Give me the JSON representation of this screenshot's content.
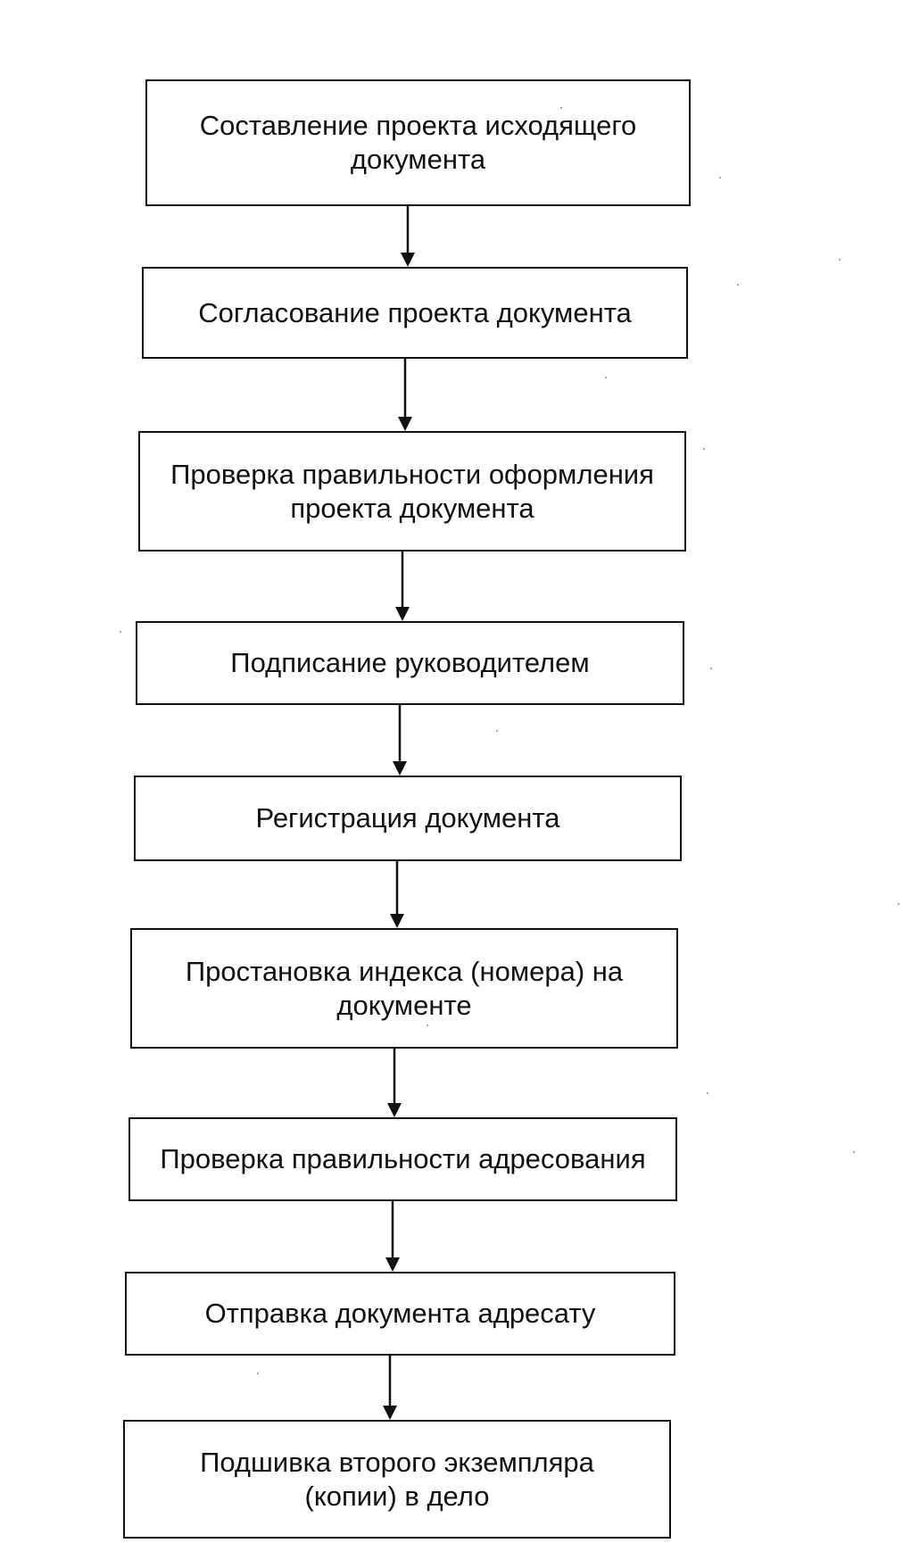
{
  "diagram": {
    "steps": [
      {
        "label": "Составление проекта исходящего\nдокумента"
      },
      {
        "label": "Согласование проекта документа"
      },
      {
        "label": "Проверка правильности оформления\nпроекта документа"
      },
      {
        "label": "Подписание руководителем"
      },
      {
        "label": "Регистрация документа"
      },
      {
        "label": "Простановка индекса (номера) на\nдокументе"
      },
      {
        "label": "Проверка правильности адресования"
      },
      {
        "label": "Отправка документа адресату"
      },
      {
        "label": "Подшивка второго экземпляра\n(копии) в дело"
      }
    ],
    "colors": {
      "line": "#111111",
      "fill": "#ffffff",
      "text": "#111111"
    }
  }
}
